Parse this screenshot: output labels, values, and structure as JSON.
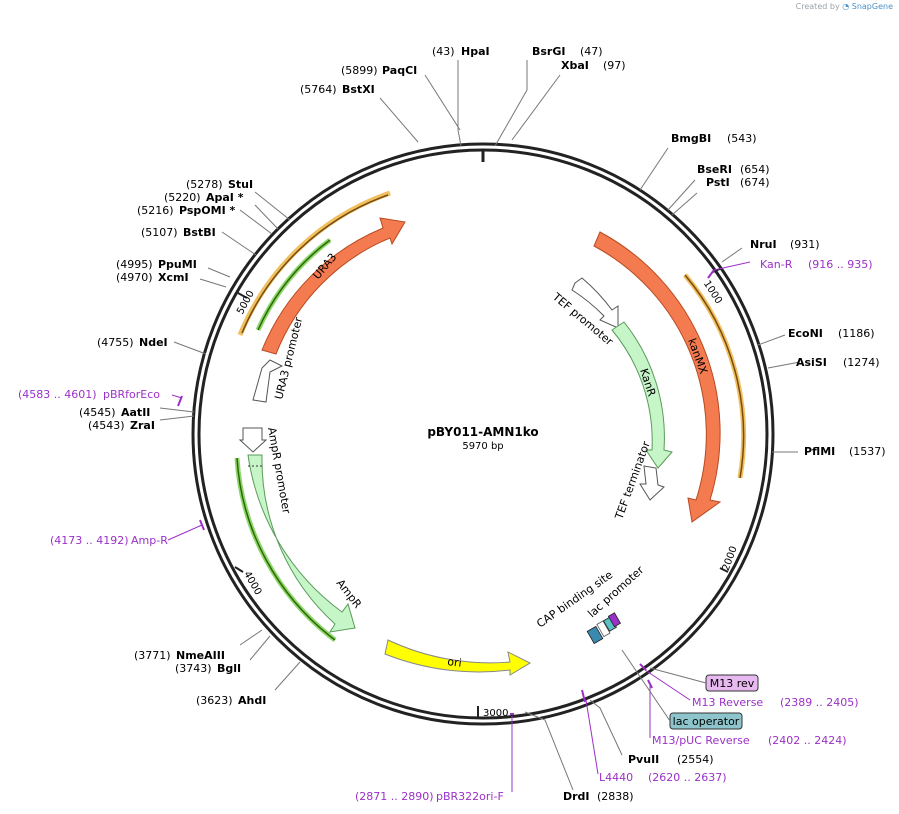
{
  "watermark": {
    "prefix": "Created by",
    "brand": "SnapGene"
  },
  "plasmid": {
    "name": "pBY011-AMN1ko",
    "size_label": "5970 bp"
  },
  "ticks": [
    "1000",
    "2000",
    "3000",
    "4000",
    "5000"
  ],
  "enzymes": [
    {
      "name": "HpaI",
      "pos": "(43)"
    },
    {
      "name": "BsrGI",
      "pos": "(47)"
    },
    {
      "name": "XbaI",
      "pos": "(97)"
    },
    {
      "name": "PaqCI",
      "pos": "(5899)"
    },
    {
      "name": "BstXI",
      "pos": "(5764)"
    },
    {
      "name": "BmgBI",
      "pos": "(543)"
    },
    {
      "name": "BseRI",
      "pos": "(654)"
    },
    {
      "name": "PstI",
      "pos": "(674)"
    },
    {
      "name": "NruI",
      "pos": "(931)"
    },
    {
      "name": "EcoNI",
      "pos": "(1186)"
    },
    {
      "name": "AsiSI",
      "pos": "(1274)"
    },
    {
      "name": "PflMI",
      "pos": "(1537)"
    },
    {
      "name": "StuI",
      "pos": "(5278)"
    },
    {
      "name": "ApaI *",
      "pos": "(5220)"
    },
    {
      "name": "PspOMI *",
      "pos": "(5216)"
    },
    {
      "name": "BstBI",
      "pos": "(5107)"
    },
    {
      "name": "PpuMI",
      "pos": "(4995)"
    },
    {
      "name": "XcmI",
      "pos": "(4970)"
    },
    {
      "name": "NdeI",
      "pos": "(4755)"
    },
    {
      "name": "AatII",
      "pos": "(4545)"
    },
    {
      "name": "ZraI",
      "pos": "(4543)"
    },
    {
      "name": "NmeAIII",
      "pos": "(3771)"
    },
    {
      "name": "BglI",
      "pos": "(3743)"
    },
    {
      "name": "AhdI",
      "pos": "(3623)"
    },
    {
      "name": "PvuII",
      "pos": "(2554)"
    },
    {
      "name": "DrdI",
      "pos": "(2838)"
    }
  ],
  "primers": [
    {
      "name": "Kan-R",
      "range": "(916 .. 935)"
    },
    {
      "name": "pBRforEco",
      "range": "(4583 .. 4601)"
    },
    {
      "name": "Amp-R",
      "range": "(4173 .. 4192)"
    },
    {
      "name": "M13 Reverse",
      "range": "(2389 .. 2405)"
    },
    {
      "name": "M13/pUC Reverse",
      "range": "(2402 .. 2424)"
    },
    {
      "name": "L4440",
      "range": "(2620 .. 2637)"
    },
    {
      "name": "pBR322ori-F",
      "range": "(2871 .. 2890)"
    }
  ],
  "features": {
    "URA3": "URA3",
    "URA3_promoter": "URA3 promoter",
    "AmpR_promoter": "AmpR promoter",
    "AmpR": "AmpR",
    "ori": "ori",
    "kanMX": "kanMX",
    "TEF_promoter": "TEF promoter",
    "KanR": "KanR",
    "TEF_terminator": "TEF terminator",
    "CAP_binding_site": "CAP binding site",
    "lac_promoter": "lac promoter"
  },
  "boxes": {
    "m13rev": "M13 rev",
    "lac_operator": "lac operator"
  },
  "colors": {
    "backbone": "#222222",
    "orange_feature": "#f47b50",
    "green_feature": "#c6f5c8",
    "ori_yellow": "#ffff00",
    "primer": "#9b30c8",
    "highlight": "#f0c060",
    "dark_green": "#3a7a10"
  }
}
